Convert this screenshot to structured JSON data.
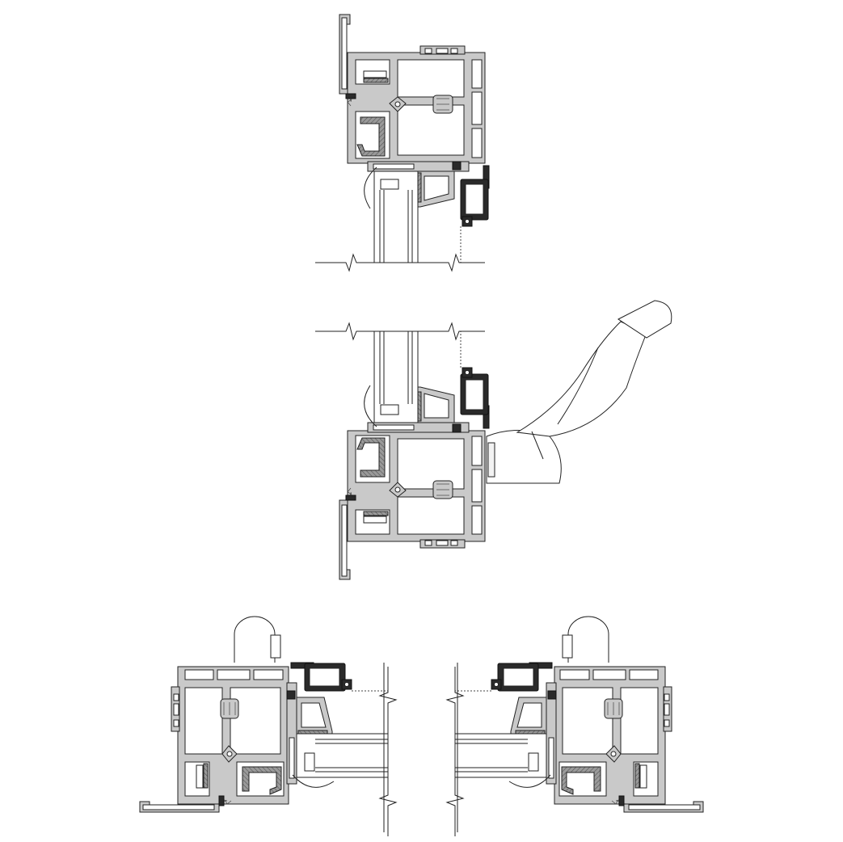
{
  "drawing": {
    "views": [
      "head-section",
      "sill-section",
      "jamb-section-left",
      "jamb-section-right"
    ],
    "colors": {
      "profile_wall": "#c9c9c9",
      "outline": "#222222",
      "hardware": "#2a2a2a",
      "background": "#ffffff"
    },
    "icons": [
      "window-handle"
    ]
  }
}
